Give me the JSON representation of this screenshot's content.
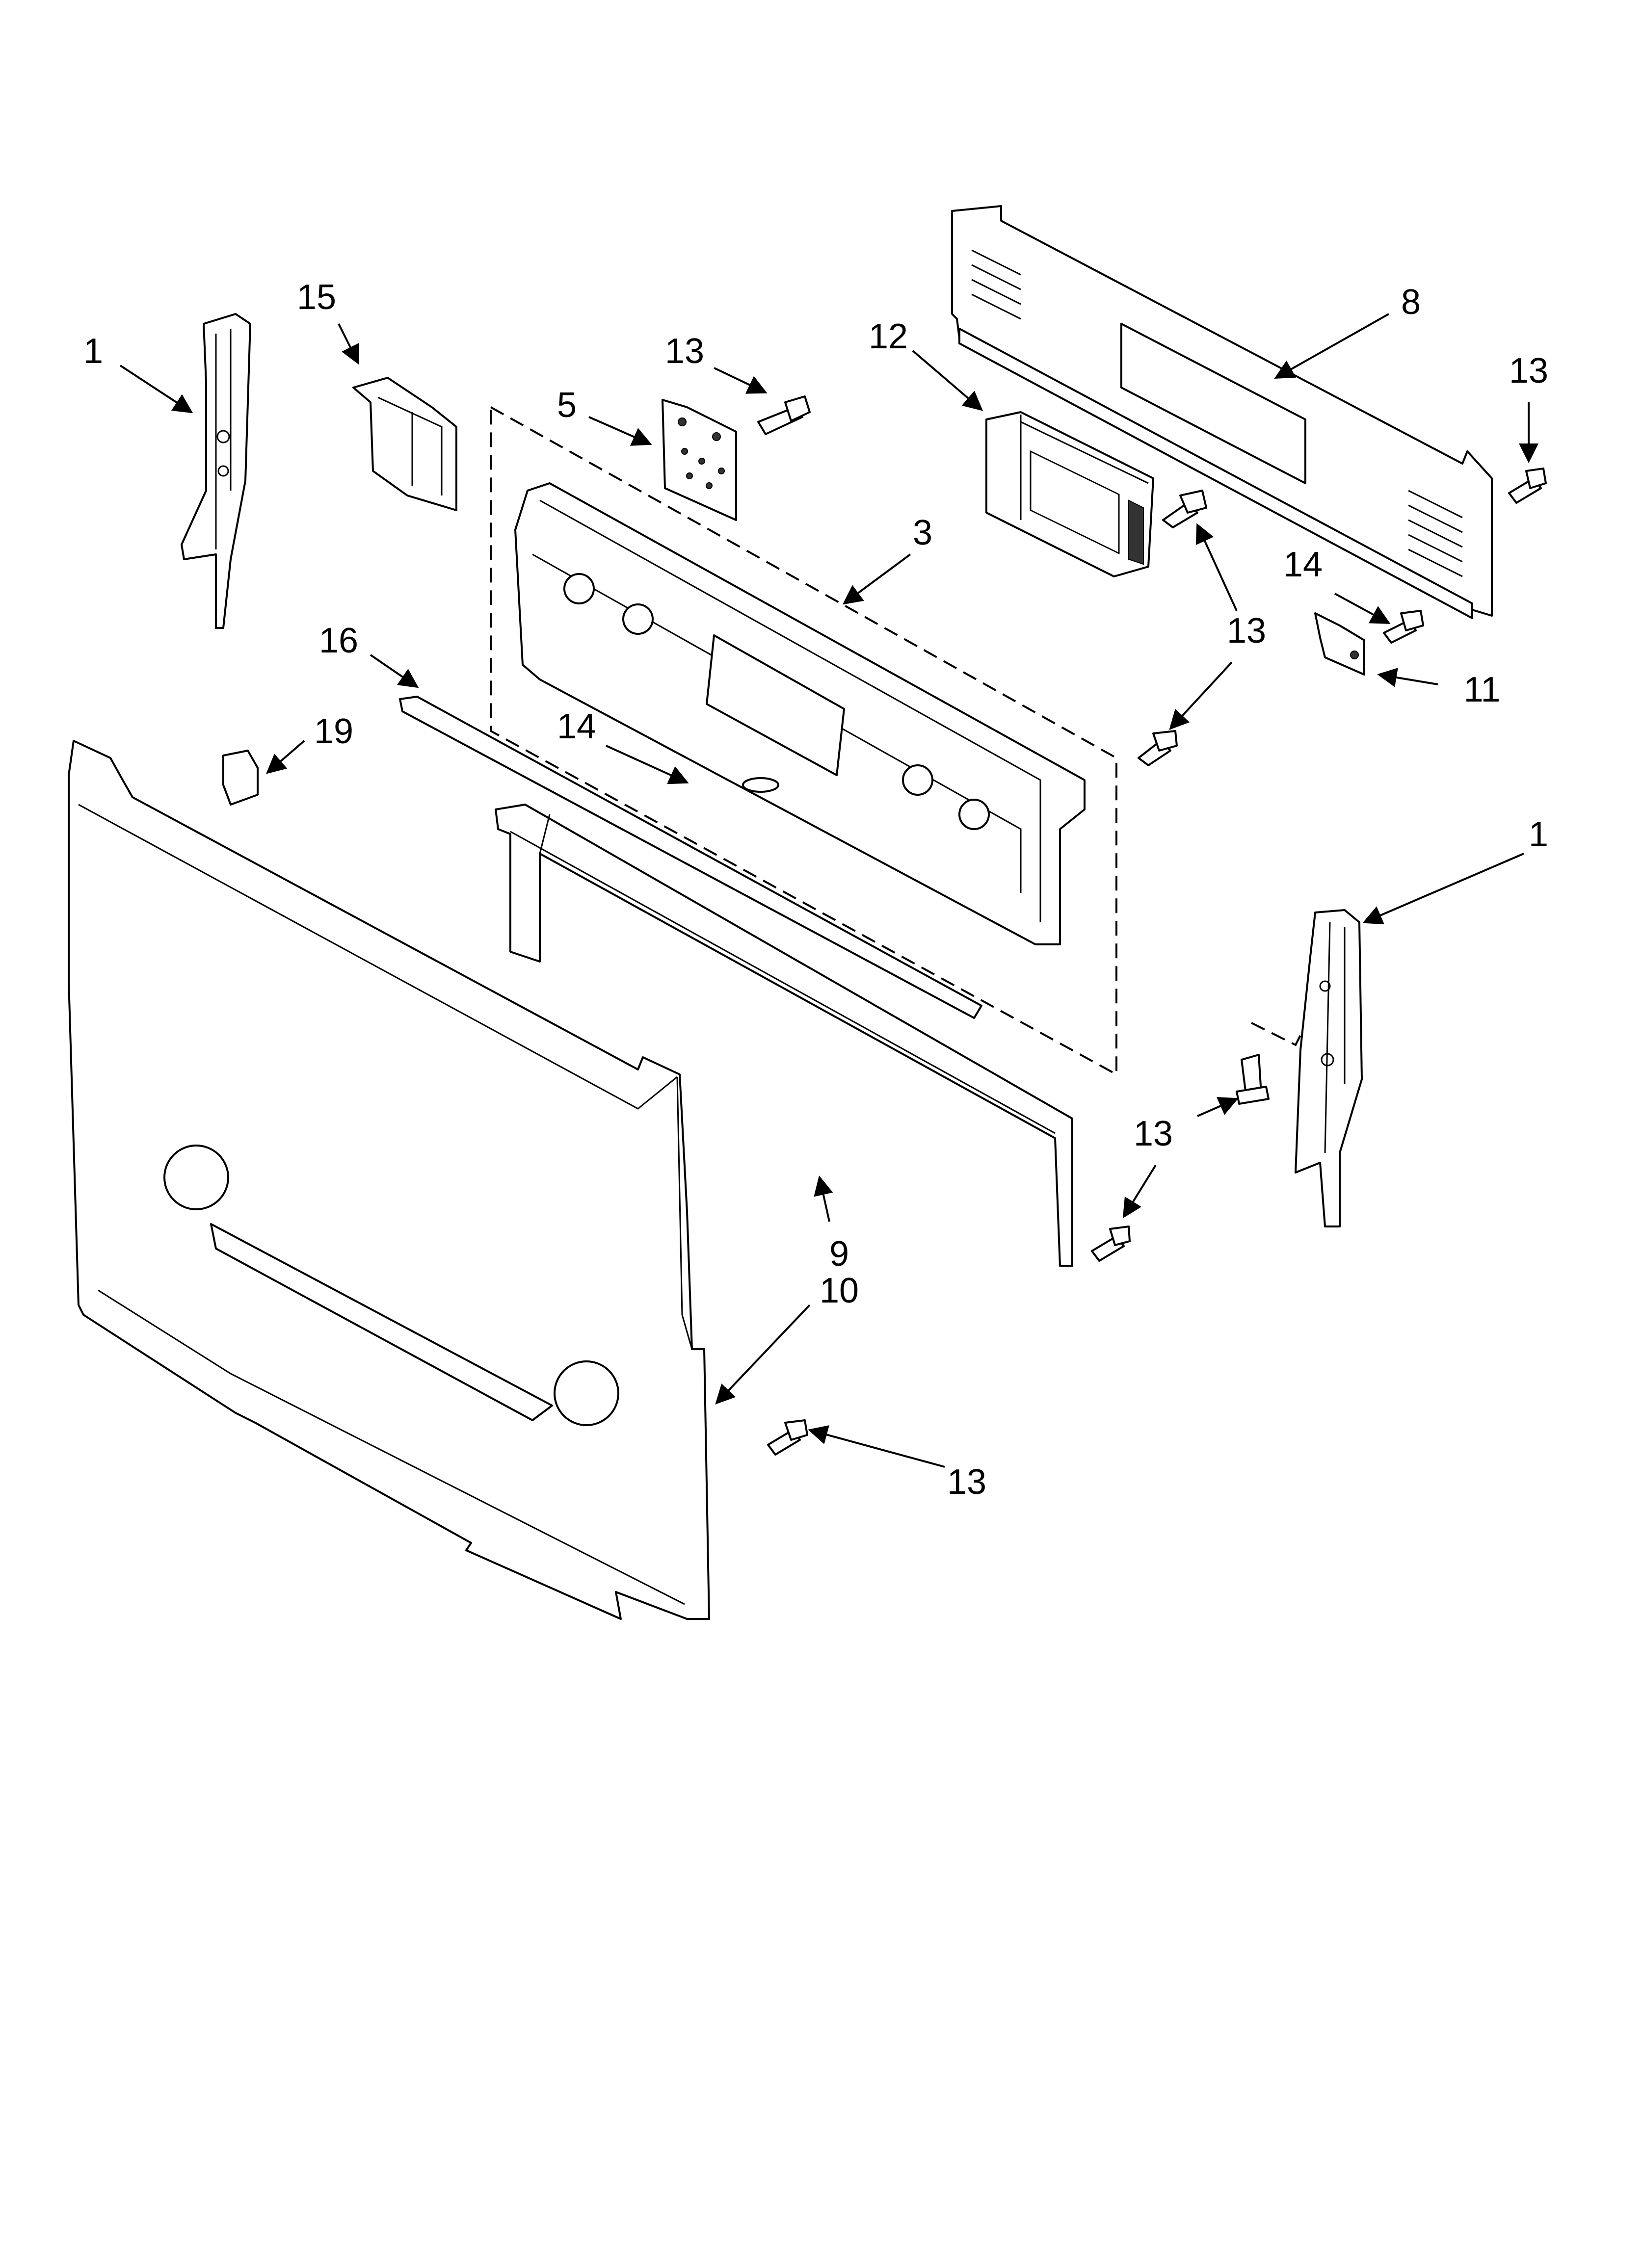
{
  "diagram": {
    "callouts": {
      "c1_left": "1",
      "c15": "15",
      "c13_top": "13",
      "c5": "5",
      "c12": "12",
      "c8": "8",
      "c13_right_top": "13",
      "c3": "3",
      "c13_mid": "13",
      "c14_right": "14",
      "c11": "11",
      "c16": "16",
      "c19": "19",
      "c14_center": "14",
      "c1_right": "1",
      "c13_low_right": "13",
      "c9": "9",
      "c10": "10",
      "c13_bottom": "13"
    }
  }
}
